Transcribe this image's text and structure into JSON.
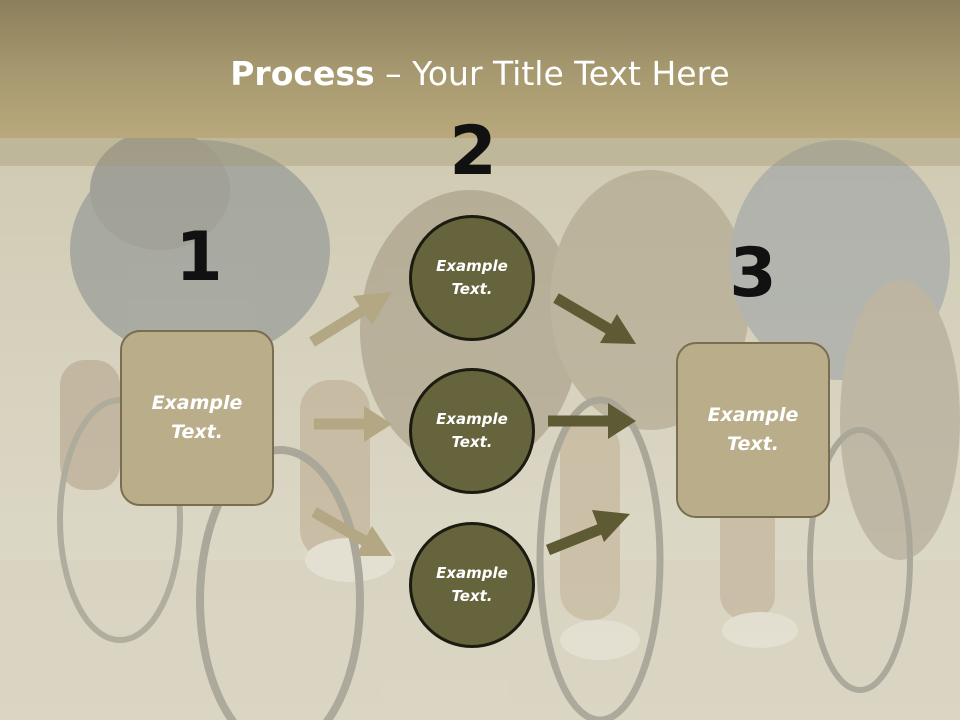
{
  "title": {
    "bold": "Process",
    "rest": " – Your Title Text Here"
  },
  "steps": {
    "one": {
      "number": "1",
      "label": "Example Text."
    },
    "two": {
      "number": "2",
      "label": "Example Text."
    },
    "three": {
      "number": "3",
      "label": "Example Text."
    }
  },
  "circles": [
    {
      "label": "Example Text."
    },
    {
      "label": "Example Text."
    },
    {
      "label": "Example Text."
    }
  ],
  "colors": {
    "title_band": "#a89a70",
    "box_fill": "#b9ad8a",
    "circle_fill": "#66643c",
    "arrow_left": "#b3a784",
    "arrow_right": "#5e5a34"
  },
  "background": {
    "image": "cyclists-racing-photo"
  }
}
